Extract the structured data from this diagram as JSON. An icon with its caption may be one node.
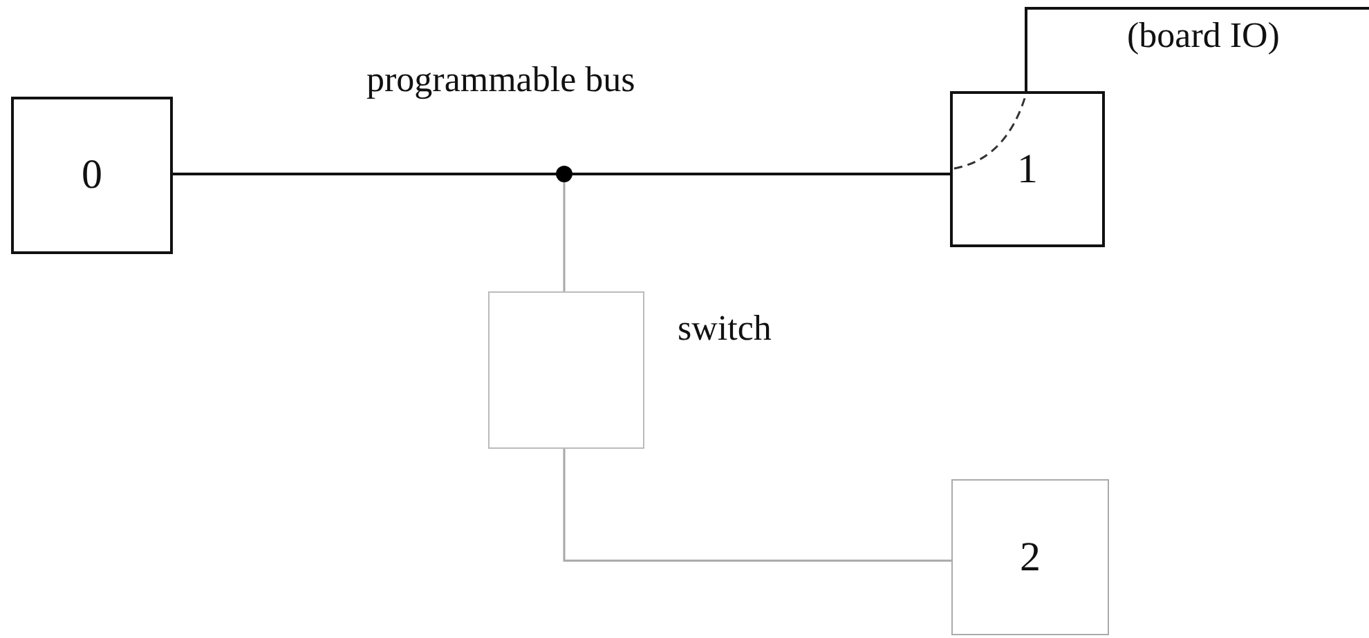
{
  "diagram": {
    "nodes": [
      {
        "text": [
          "0"
        ]
      },
      {
        "text": [
          "1"
        ]
      },
      {
        "text": [
          "2"
        ]
      },
      {
        "text": [],
        "shape": "circle"
      },
      {
        "text": [],
        "shape": "box",
        "beside": [
          "switch"
        ]
      }
    ],
    "edges": [
      {
        "from": 0,
        "to": 3,
        "arrow": "none"
      },
      {
        "from": 3,
        "to": 1,
        "arrow": "none"
      },
      {
        "from": 3,
        "to": 4,
        "arrow": "none",
        "color": "#a8a8a8"
      },
      {
        "from": 4,
        "to": 2,
        "arrow": "none",
        "color": "#a8a8a8"
      },
      {
        "from": 1,
        "to": null,
        "arrow": "none",
        "label": "(board IO)"
      }
    ],
    "labels": [
      "programmable bus"
    ]
  }
}
